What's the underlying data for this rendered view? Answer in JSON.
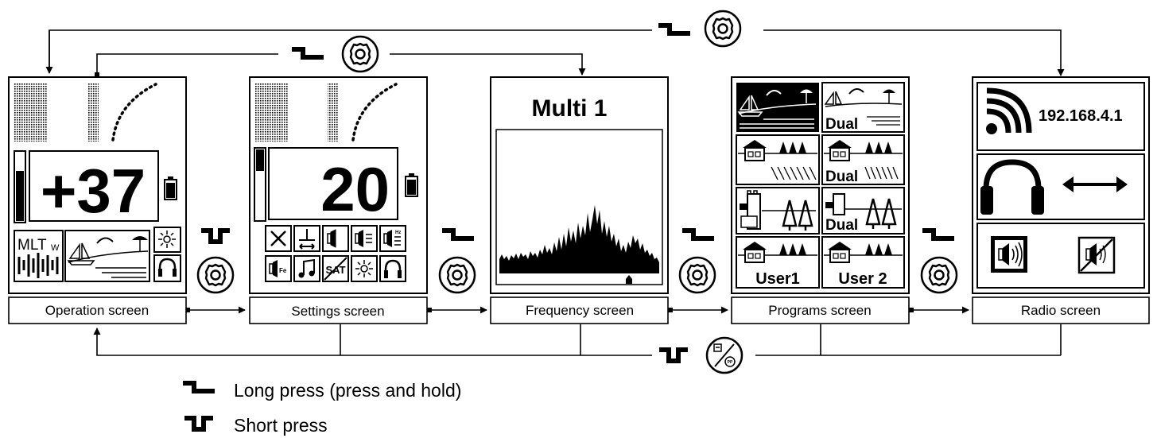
{
  "screens": [
    {
      "label": "Operation screen"
    },
    {
      "label": "Settings screen"
    },
    {
      "label": "Frequency screen"
    },
    {
      "label": "Programs screen"
    },
    {
      "label": "Radio screen"
    }
  ],
  "operation": {
    "value": "+37",
    "mode_label": "MLT",
    "mode_sub": "W"
  },
  "settings": {
    "value": "20",
    "sat_label": "SAT",
    "fe_label": "Fe",
    "hz_label": "Hz"
  },
  "frequency": {
    "title": "Multi 1"
  },
  "programs": {
    "dual_label": "Dual",
    "user1_label": "User1",
    "user2_label": "User 2"
  },
  "radio": {
    "ip": "192.168.4.1"
  },
  "legend": {
    "long_press": "Long press (press and hold)",
    "short_press": "Short press"
  },
  "icons": {
    "long_press": "long-press-symbol-icon",
    "short_press": "short-press-symbol-icon",
    "gear": "gear-button-icon",
    "pp": "pinpoint-button-icon"
  }
}
